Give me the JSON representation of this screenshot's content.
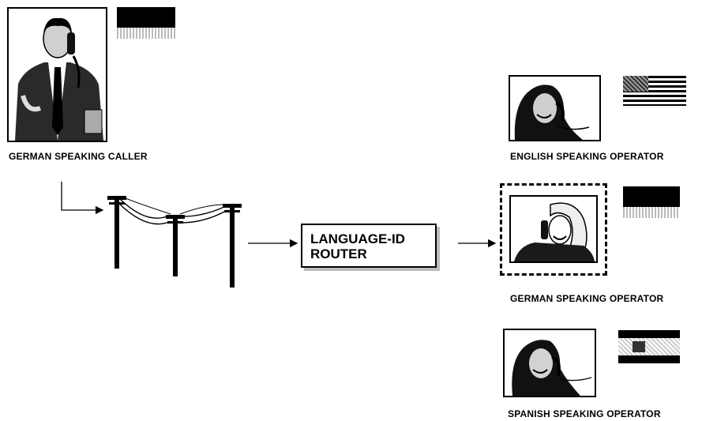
{
  "caller": {
    "label": "GERMAN SPEAKING CALLER"
  },
  "router": {
    "line1": "LANGUAGE-ID",
    "line2": "ROUTER"
  },
  "operators": [
    {
      "label": "ENGLISH SPEAKING OPERATOR",
      "flag": "us-flag-icon",
      "selected": false
    },
    {
      "label": "GERMAN SPEAKING OPERATOR",
      "flag": "german-flag-icon",
      "selected": true
    },
    {
      "label": "SPANISH SPEAKING OPERATOR",
      "flag": "spanish-flag-icon",
      "selected": false
    }
  ],
  "colors": {
    "ink": "#000000",
    "flag_gray": "#9a9a9a"
  }
}
